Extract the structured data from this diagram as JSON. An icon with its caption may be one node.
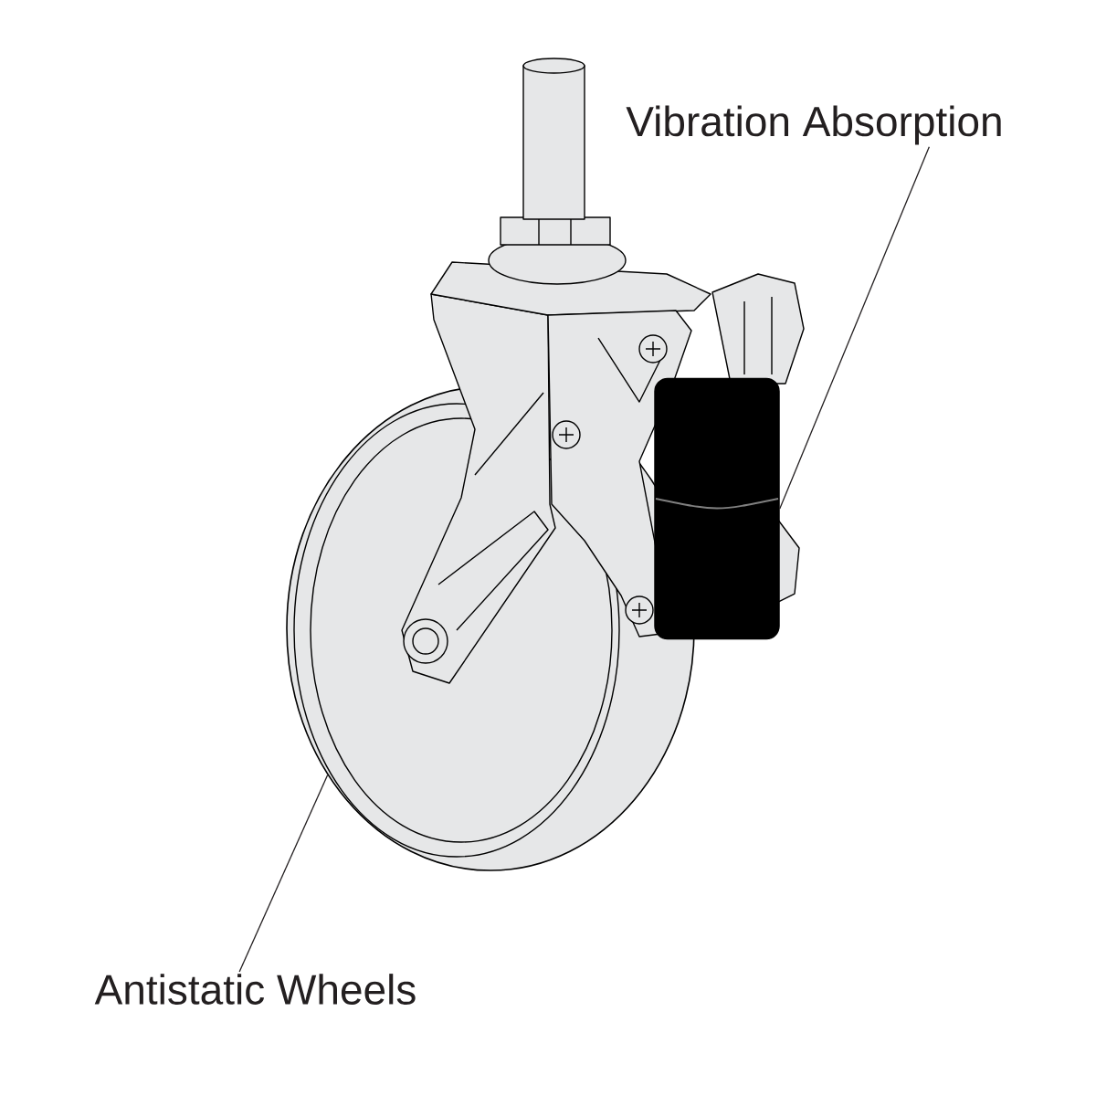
{
  "diagram": {
    "nodes": [
      {
        "text": [
          "Vibration Absorption"
        ]
      },
      {
        "text": [],
        "shape": "cylinder"
      },
      {
        "text": [],
        "shape": "circle"
      },
      {
        "text": [
          "Antistatic Wheels"
        ]
      }
    ],
    "edges": [
      {
        "from": 0,
        "to": 1,
        "arrow": "none"
      },
      {
        "from": 3,
        "to": 2,
        "arrow": "none"
      }
    ]
  }
}
